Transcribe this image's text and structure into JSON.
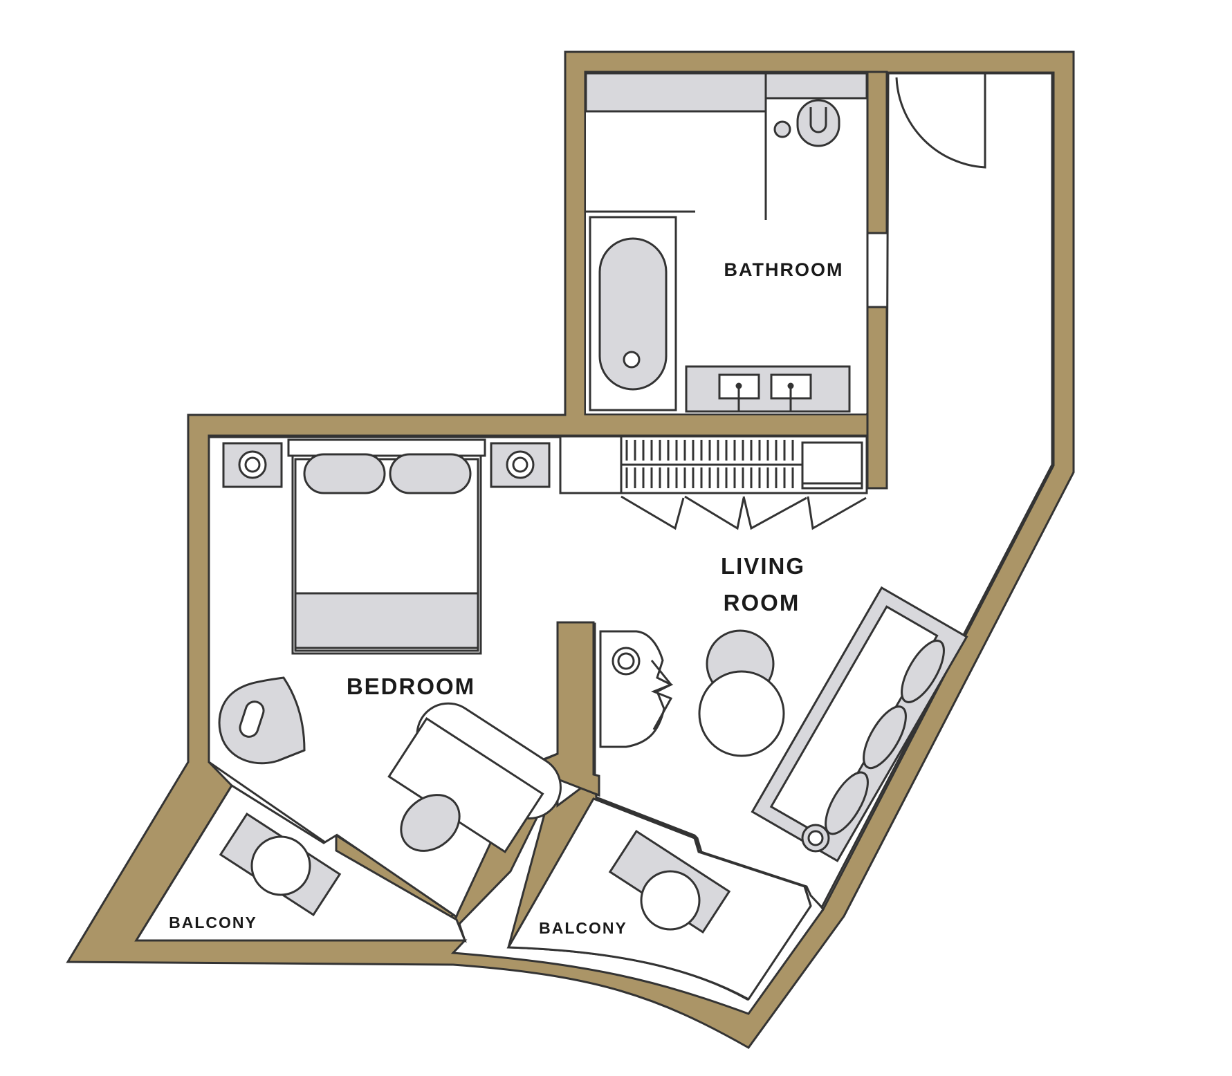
{
  "colors": {
    "wall_fill": "#ab9567",
    "wall_stroke": "#333333",
    "fixture_fill": "#d8d8dc",
    "background": "#ffffff"
  },
  "rooms": {
    "bathroom": "BATHROOM",
    "living_line1": "LIVING",
    "living_line2": "ROOM",
    "bedroom": "BEDROOM",
    "balcony_left": "BALCONY",
    "balcony_right": "BALCONY"
  }
}
